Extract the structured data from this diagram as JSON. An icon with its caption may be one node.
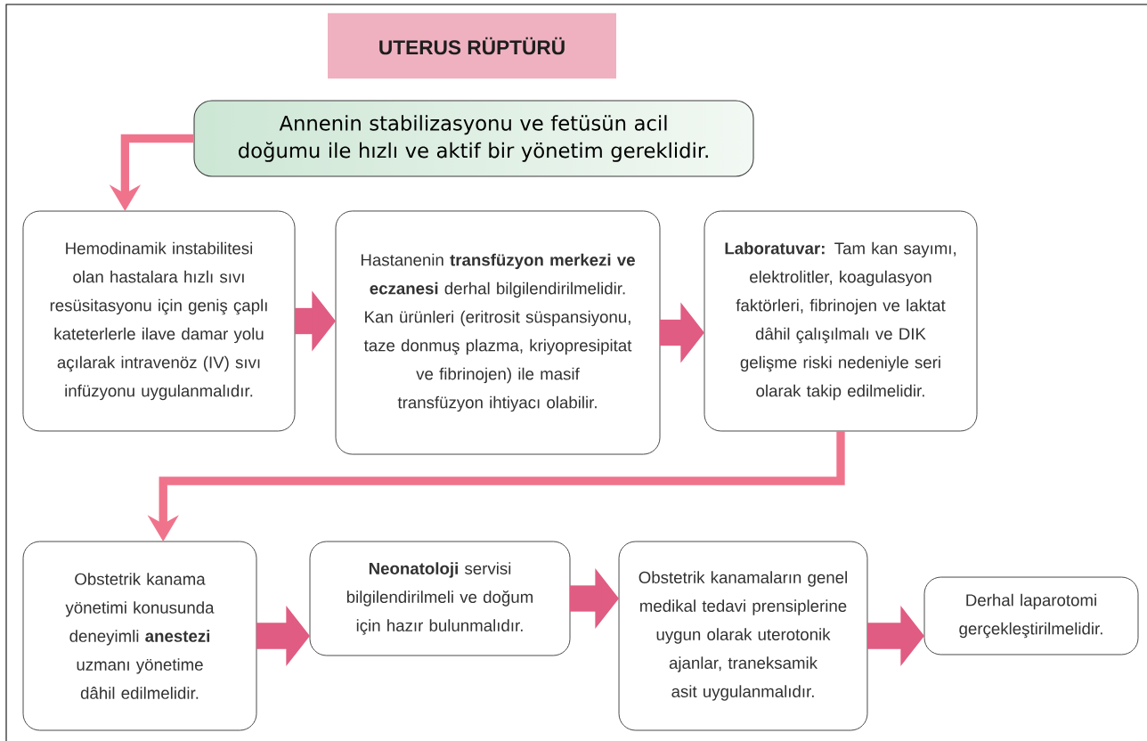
{
  "diagram": {
    "title": "UTERUS RÜPTÜRÜ",
    "nodes": [
      {
        "text": [
          "Annenin stabilizasyonu ve fetüsün acil doğumu ile hızlı ve aktif bir yönetim gereklidir."
        ]
      },
      {
        "text": [
          "Hemodinamik instabilitesi olan hastalara hızlı sıvı resüsitasyonu için geniş çaplı kateterlerle ilave damar yolu açılarak intravenöz (IV) sıvı infüzyonu uygulanmalıdır."
        ]
      },
      {
        "text": [
          "Hastanenin **transfüzyon merkezi ve eczanesi** derhal bilgilendirilmelidir.",
          "Kan ürünleri (eritrosit süspansiyonu, taze donmuş plazma, kriyopresipitat ve fibrinojen) ile masif transfüzyon ihtiyacı olabilir."
        ]
      },
      {
        "text": [
          "**Laboratuvar:** Tam kan sayımı, elektrolitler, koagulasyon faktörleri, fibrinojen ve laktat dâhil çalışılmalı ve DIK gelişme riski nedeniyle seri olarak takip edilmelidir."
        ]
      },
      {
        "text": [
          "Obstetrik kanama yönetimi konusunda deneyimli **anestezi** uzmanı yönetime dâhil edilmelidir."
        ]
      },
      {
        "text": [
          "**Neonatoloji** servisi bilgilendirilmeli ve doğum için hazır bulunmalıdır."
        ]
      },
      {
        "text": [
          "Obstetrik kanamaların genel medikal tedavi prensiplerine uygun olarak uterotonik ajanlar, traneksamik asit uygulanmalıdır."
        ]
      },
      {
        "text": [
          "Derhal laparotomi gerçekleştirilmelidir."
        ]
      }
    ],
    "edges": [
      {
        "from": 0,
        "to": 1,
        "arrow": "to"
      },
      {
        "from": 1,
        "to": 2,
        "arrow": "to"
      },
      {
        "from": 2,
        "to": 3,
        "arrow": "to"
      },
      {
        "from": 3,
        "to": 4,
        "arrow": "to"
      },
      {
        "from": 4,
        "to": 5,
        "arrow": "to"
      },
      {
        "from": 5,
        "to": 6,
        "arrow": "to"
      },
      {
        "from": 6,
        "to": 7,
        "arrow": "to"
      }
    ]
  }
}
